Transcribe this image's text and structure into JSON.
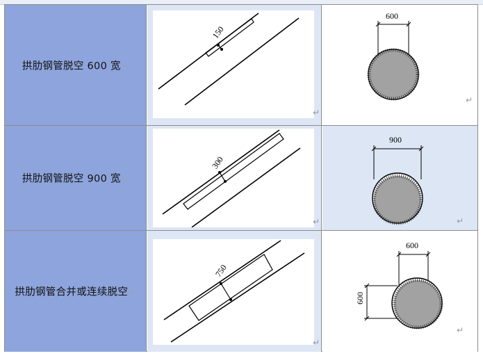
{
  "rows": [
    {
      "label": "拱肋钢管脱空 600 宽",
      "section_dim": "150",
      "circle_dim": "600"
    },
    {
      "label": "拱肋钢管脱空 900 宽",
      "section_dim": "300",
      "circle_dim": "900"
    },
    {
      "label": "拱肋钢管合并或连续脱空",
      "section_dim": "750",
      "circle_dim": "600",
      "circle_dim_vertical": "600"
    }
  ],
  "paragraph_mark": "↵",
  "colors": {
    "label_cell": "#8ea4dc",
    "figure_cell": "#dde6f4",
    "border": "#8c8c8c"
  },
  "icons": [
    "paragraph-mark-icon",
    "dimension-arrow-icon"
  ]
}
